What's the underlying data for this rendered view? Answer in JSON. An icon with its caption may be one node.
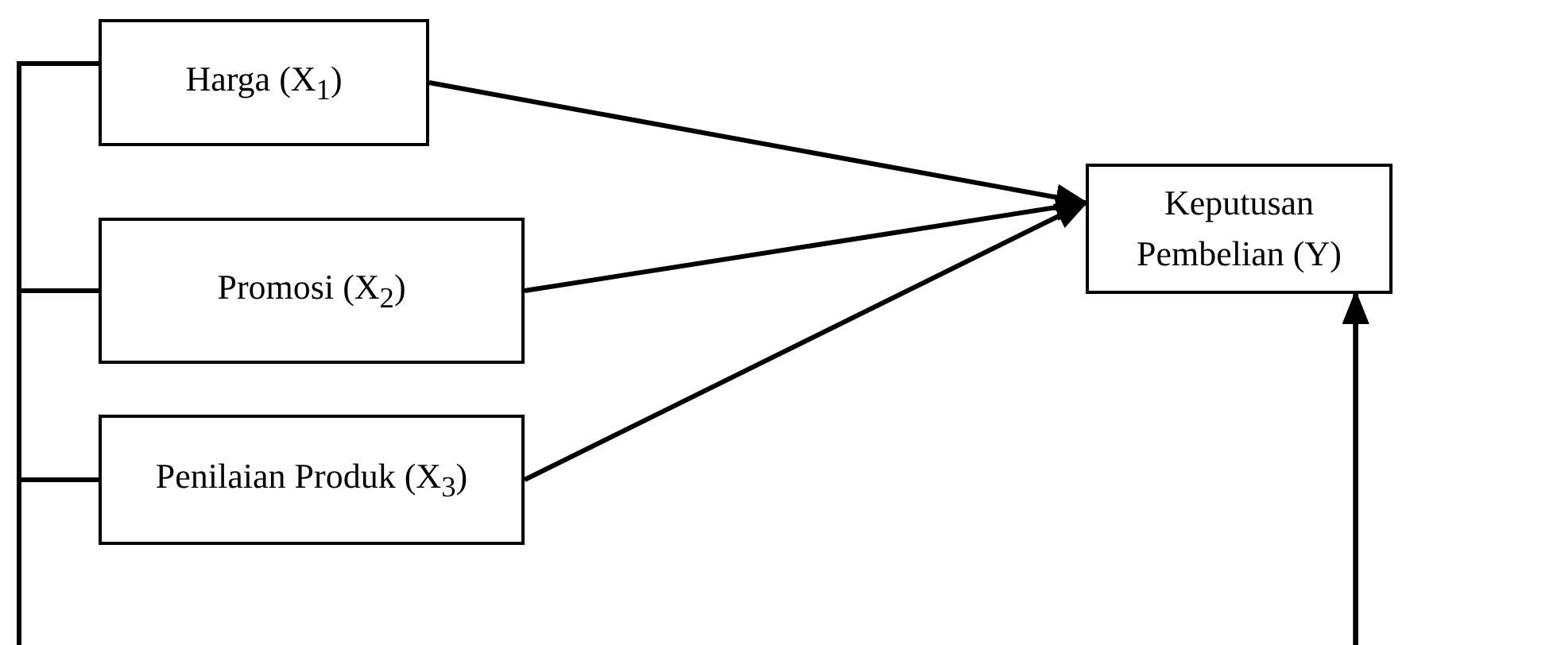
{
  "diagram": {
    "nodes": [
      {
        "text": [
          "Harga (X$_{1}$)"
        ]
      },
      {
        "text": [
          "Promosi (X$_{2}$)"
        ]
      },
      {
        "text": [
          "Penilaian Produk (X$_{3}$)"
        ]
      },
      {
        "text": [
          "Keputusan Pembelian (Y)"
        ]
      }
    ],
    "edges": [
      {
        "from": 0,
        "to": 3,
        "arrow": "to"
      },
      {
        "from": 1,
        "to": 3,
        "arrow": "to"
      },
      {
        "from": 2,
        "to": 3,
        "arrow": "to"
      },
      {
        "from": 0,
        "to": 3,
        "arrow": "to"
      },
      {
        "from": 1,
        "to": 3,
        "arrow": "to"
      },
      {
        "from": 2,
        "to": 3,
        "arrow": "to"
      }
    ]
  }
}
